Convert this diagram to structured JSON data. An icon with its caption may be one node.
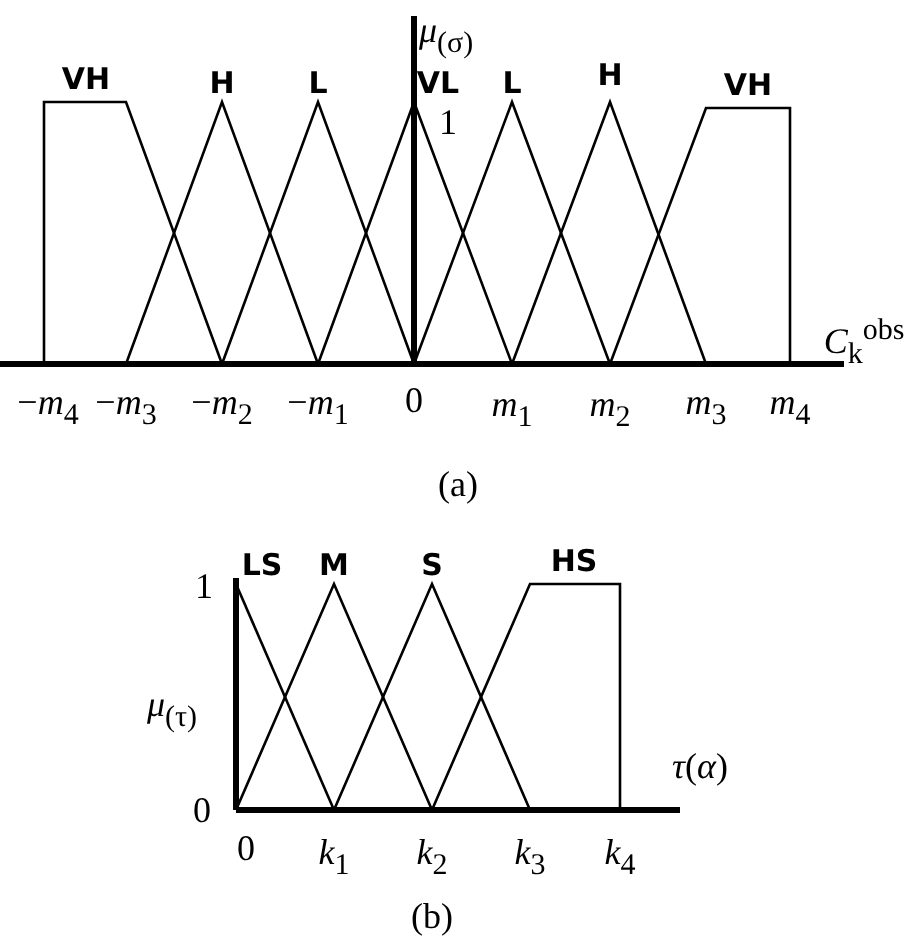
{
  "diagram": {
    "labels": [
      "*μ*$_{(σ)}$",
      "VH",
      "H",
      "L",
      "VL",
      "L",
      "H",
      "VH",
      "1",
      "*C*$_{k}$$^{obs}$",
      "−*m*$_{4}$",
      "−*m*$_{3}$",
      "−*m*$_{2}$",
      "−*m*$_{1}$",
      "0",
      "*m*$_{1}$",
      "*m*$_{2}$",
      "*m*$_{3}$",
      "*m*$_{4}$",
      "(a)",
      "1",
      "LS",
      "M",
      "S",
      "HS",
      "*μ*$_{(τ)}$",
      "0",
      "*τ*(*α*)",
      "0",
      "*k*$_{1}$",
      "*k*$_{2}$",
      "*k*$_{3}$",
      "*k*$_{4}$",
      "(b)"
    ]
  }
}
